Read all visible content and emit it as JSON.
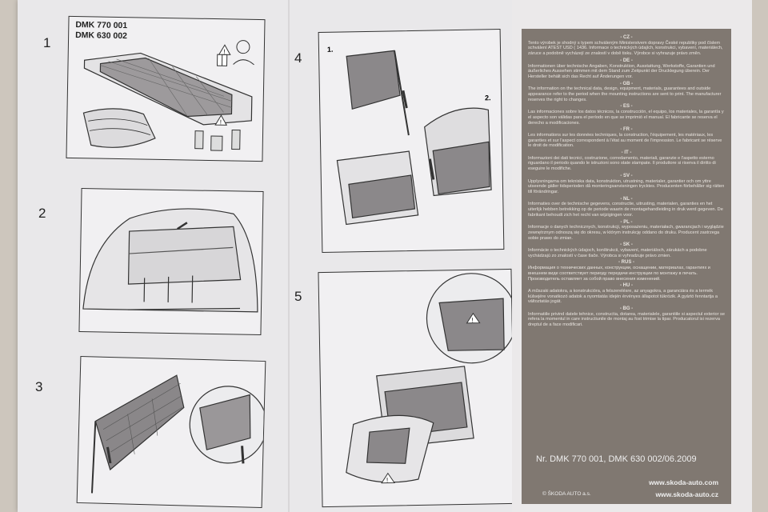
{
  "model_lines": [
    "DMK 770 001",
    "DMK 630 002"
  ],
  "steps": [
    "1",
    "2",
    "3",
    "4",
    "5"
  ],
  "substeps": [
    "1.",
    "2."
  ],
  "languages": [
    {
      "code": "- CZ -",
      "text": "Tento výrobek je shodný s typem schváleným Ministerstvem dopravy České republiky pod číslem schválení ATEST USD ( 1436. Informace o technických údajích, konstrukci, vybavení, materiálech, záruce a podobně vycházejí ze znalostí v době tisku. Výrobce si vyhrazuje právo změn."
    },
    {
      "code": "- DE -",
      "text": "Informationen über technische Angaben, Konstruktion, Ausstattung, Werkstoffe, Garantien und äußerliches Aussehen stimmen mit dem Stand zum Zeitpunkt der Drucklegung überein. Der Hersteller behält sich das Recht auf Änderungen vor."
    },
    {
      "code": "- GB -",
      "text": "The information on the technical data, design, equipment, materials, guarantees and outside appearance refer to the period when the mounting instructions are sent to print. The manufacturer reserves the right to changes."
    },
    {
      "code": "- ES -",
      "text": "Las informaciones sobre los datos técnicos, la construcción, el equipo, los materiales, la garantía y el aspecto son válidas para el período en que se imprimió el manual. El fabricante se reserva el derecho a modificaciones."
    },
    {
      "code": "- FR -",
      "text": "Les informations sur les données techniques, la construction, l'équipement, les matériaux, les garanties et sur l'aspect correspondent à l'état au moment de l'impression. Le fabricant se réserve le droit de modification."
    },
    {
      "code": "- IT -",
      "text": "Informazioni dei dati tecnici, costruzione, corredamento, materiali, garanzie e l'aspetto esterno riguardano il periodo quando le istruzioni sono state stampate. Il produttore si riserva il diritto di eseguire le modifiche."
    },
    {
      "code": "- SV -",
      "text": "Upplysningarna om tekniska data, konstruktion, utrustning, materialer, garantier och om yttre utseende gäller tidsperioden då monteringsanvisningen trycktes. Producenten förbehåller sig rätten till förändringar."
    },
    {
      "code": "- NL -",
      "text": "Informaties over de technische gegevens, constructie, uitrusting, materialen, garanties en het uiterlijk hebben betrekking op de periode waarin de montagehandleiding in druk werd gegeven. De fabrikant behoudt zich het recht van wijzigingen voor."
    },
    {
      "code": "- PL -",
      "text": "Informacje o danych technicznych, konstrukcji, wyposażeniu, materiałach, gwarancjach i wyglądzie zewnętrznym odnoszą się do okresu, w którym instrukcję oddano do druku. Producent zastrzega sobie prawo do zmian."
    },
    {
      "code": "- SK -",
      "text": "Informácie o technických údajoch, konštrukcii, vybavení, materiáloch, zárukách a podobne vychádzajú zo znalostí v čase tlače. Výrobca si vyhradzuje právo zmien."
    },
    {
      "code": "- RUS -",
      "text": "Информация о технических данных, конструкции, оснащении, материалах, гарантиях и внешнем виде соответствует периоду передачи инструкции по монтажу в печать. Производитель оставляет за собой право внесения изменений."
    },
    {
      "code": "- HU -",
      "text": "A műszaki adatokra, a konstrukcióra, a felszerelésre, az anyagokra, a garanciára és a termék külsejére vonatkozó adatok a nyomtatás idején érvényes állapotot tükrözik. A gyártó fenntartja a változtatás jogát."
    },
    {
      "code": "- BG -",
      "text": "Informatiile privind datele tehnice, constructia, dotarea, materialele, garantiile si aspectul exterior se refera la momentul in care instructiunile de montaj au fost trimise la tipar. Producatorul isi rezerva dreptul de a face modificari."
    }
  ],
  "footer": {
    "reference": "Nr. DMK 770 001, DMK 630 002/06.2009",
    "url": "www.skoda-auto.com",
    "url_cz": "www.skoda-auto.cz",
    "copyright": "© ŠKODA AUTO a.s."
  },
  "icons": [
    "warning-icon",
    "manual-icon",
    "person-icon"
  ]
}
